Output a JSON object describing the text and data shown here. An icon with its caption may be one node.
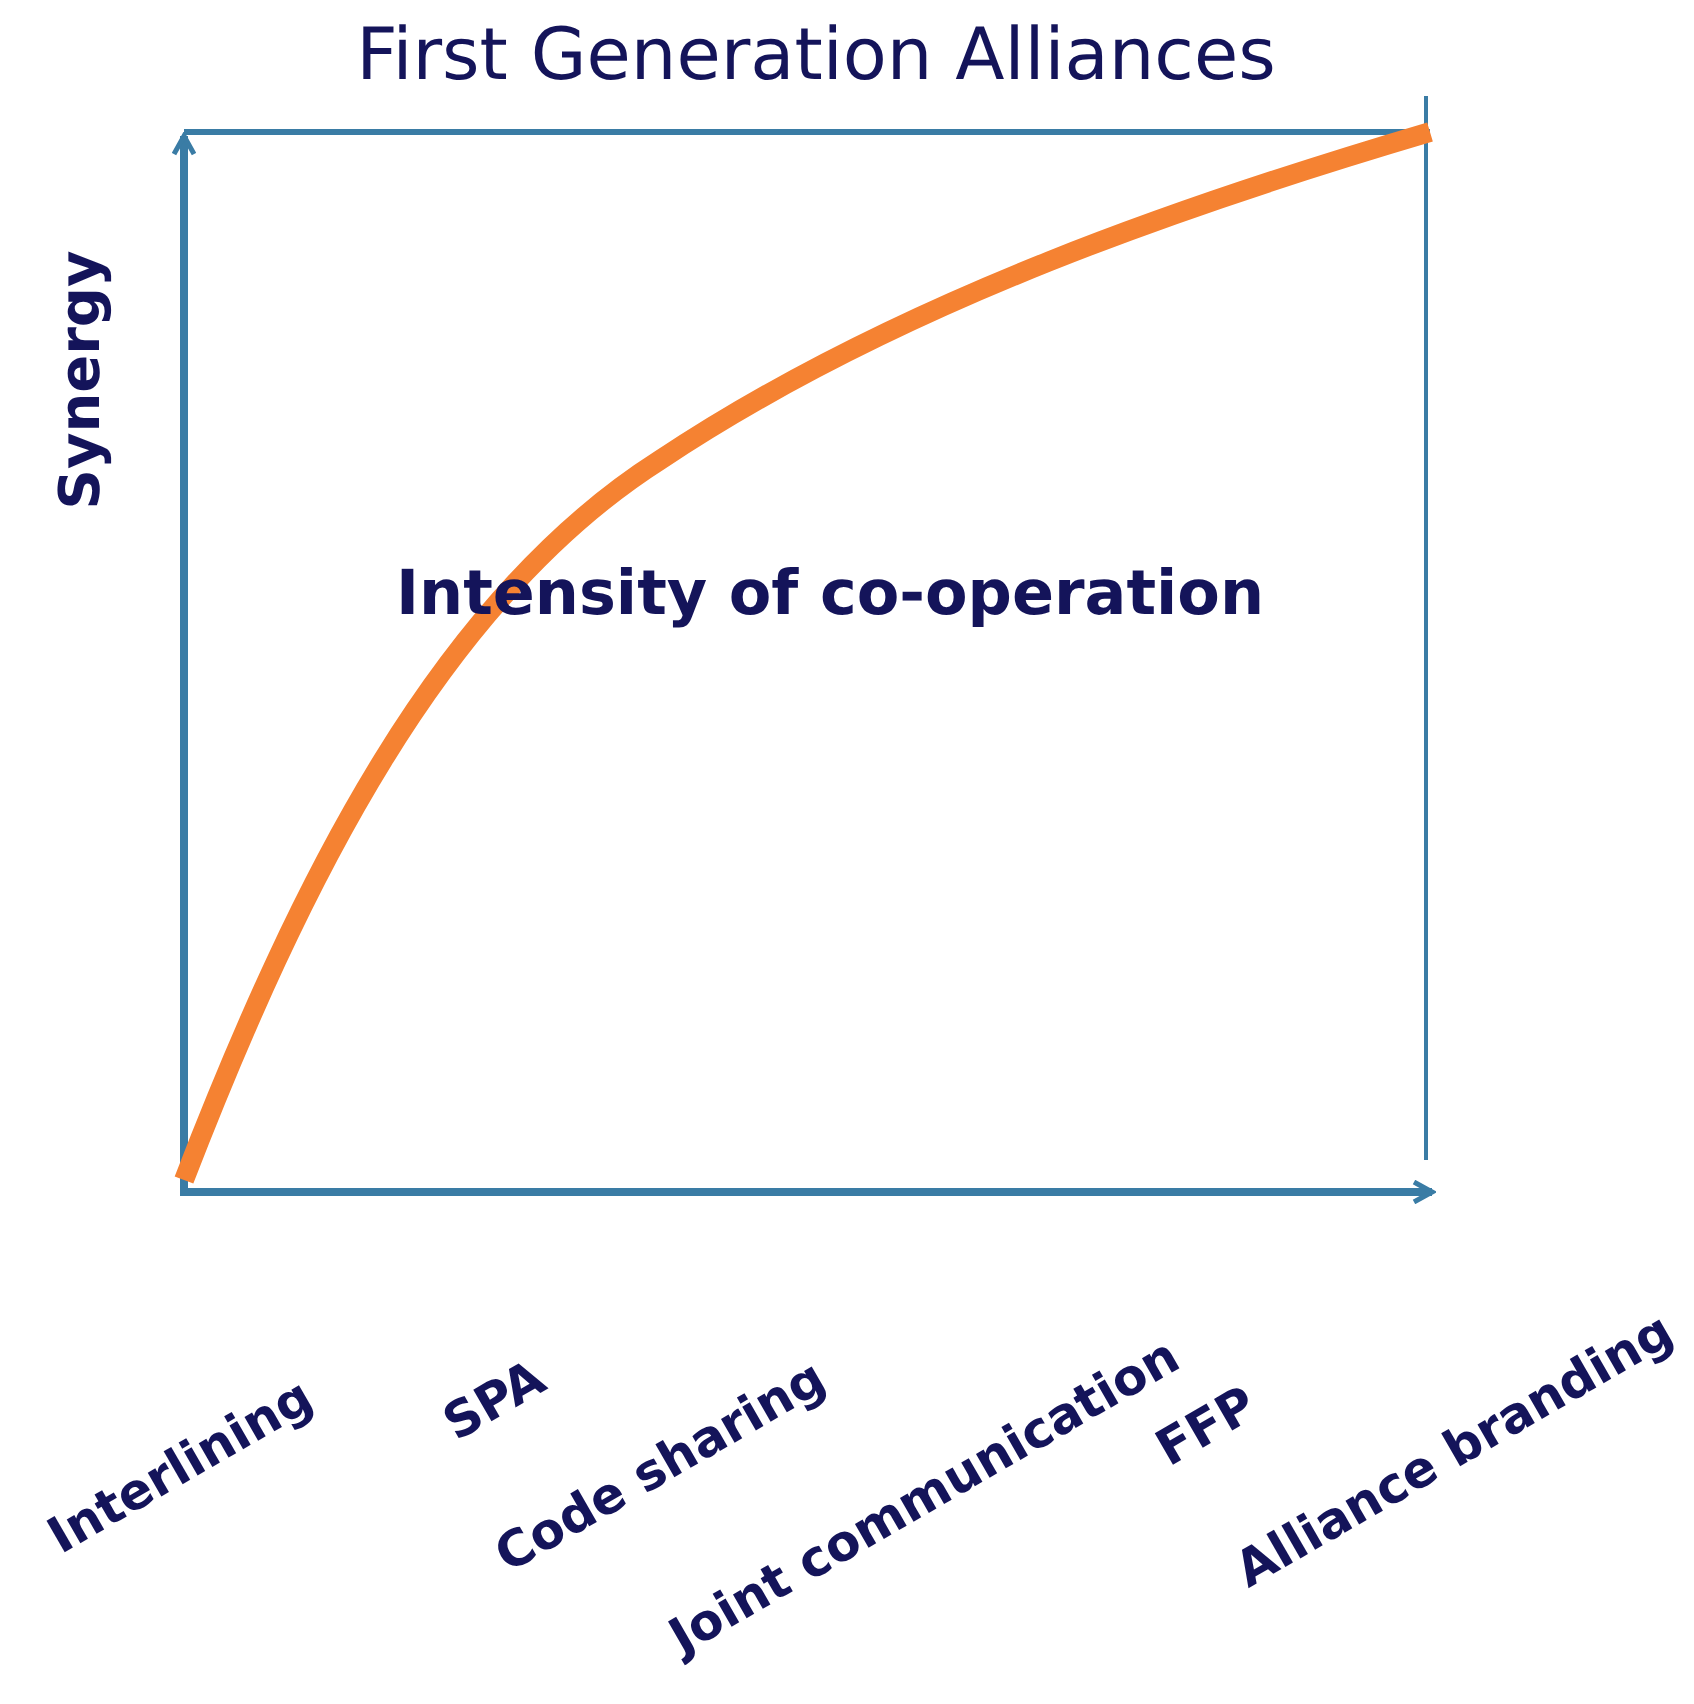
{
  "diagram": {
    "title": "First Generation Alliances",
    "labels": [
      "Synergy",
      "Intensity of co-operation",
      "Interlining",
      "SPA",
      "Code sharing",
      "Joint communication",
      "FFP",
      "Alliance branding"
    ]
  }
}
